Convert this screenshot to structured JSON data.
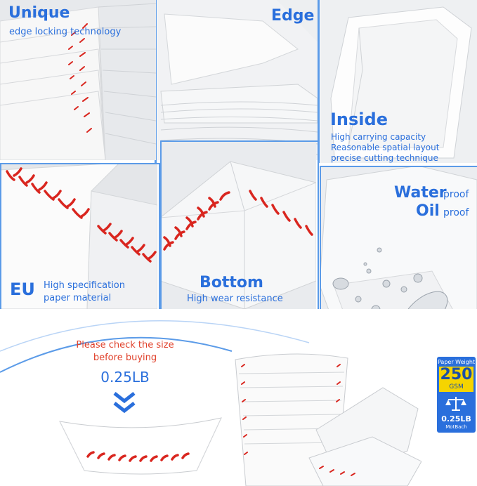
{
  "panels": {
    "unique": {
      "title": "Unique",
      "subtitle": "edge locking technology"
    },
    "edge": {
      "title": "Edge"
    },
    "inside": {
      "title": "Inside",
      "lines": [
        "High carrying capacity",
        "Reasonable spatial layout",
        "precise cutting technique"
      ]
    },
    "eu": {
      "title": "EU",
      "lines": [
        "High specification",
        "paper material"
      ]
    },
    "bottom": {
      "title": "Bottom",
      "subtitle": "High wear resistance"
    },
    "proof": {
      "line1_strong": "Water",
      "line1_weak": "proof",
      "line2_strong": "Oil",
      "line2_weak": "proof"
    }
  },
  "size_notice": {
    "line1": "Please check the size",
    "line2": "before buying",
    "weight": "0.25LB"
  },
  "badge": {
    "header": "Paper Weight",
    "value": "250",
    "unit": "GSM",
    "weight": "0.25LB",
    "brand": "MotBach"
  },
  "colors": {
    "accent_blue": "#2a6fdc",
    "frame_blue": "#5b9be8",
    "notice_red": "#e0402a",
    "stitch_red": "#d9261f",
    "badge_yellow": "#f5d400"
  }
}
